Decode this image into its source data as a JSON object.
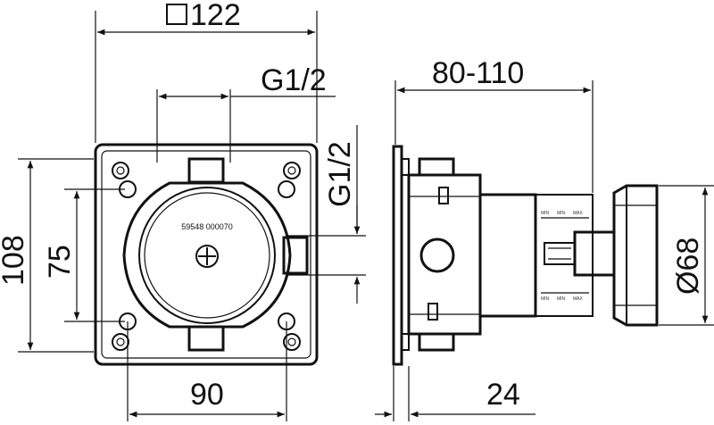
{
  "dimensions": {
    "square_size": "122",
    "thread_top": "G1/2",
    "thread_side": "G1/2",
    "depth_range": "80-110",
    "height_outer": "108",
    "height_inner": "75",
    "width_inner": "90",
    "plate_offset": "24",
    "diameter": "Ø68"
  },
  "label": {
    "part_number": "59548 000070"
  }
}
